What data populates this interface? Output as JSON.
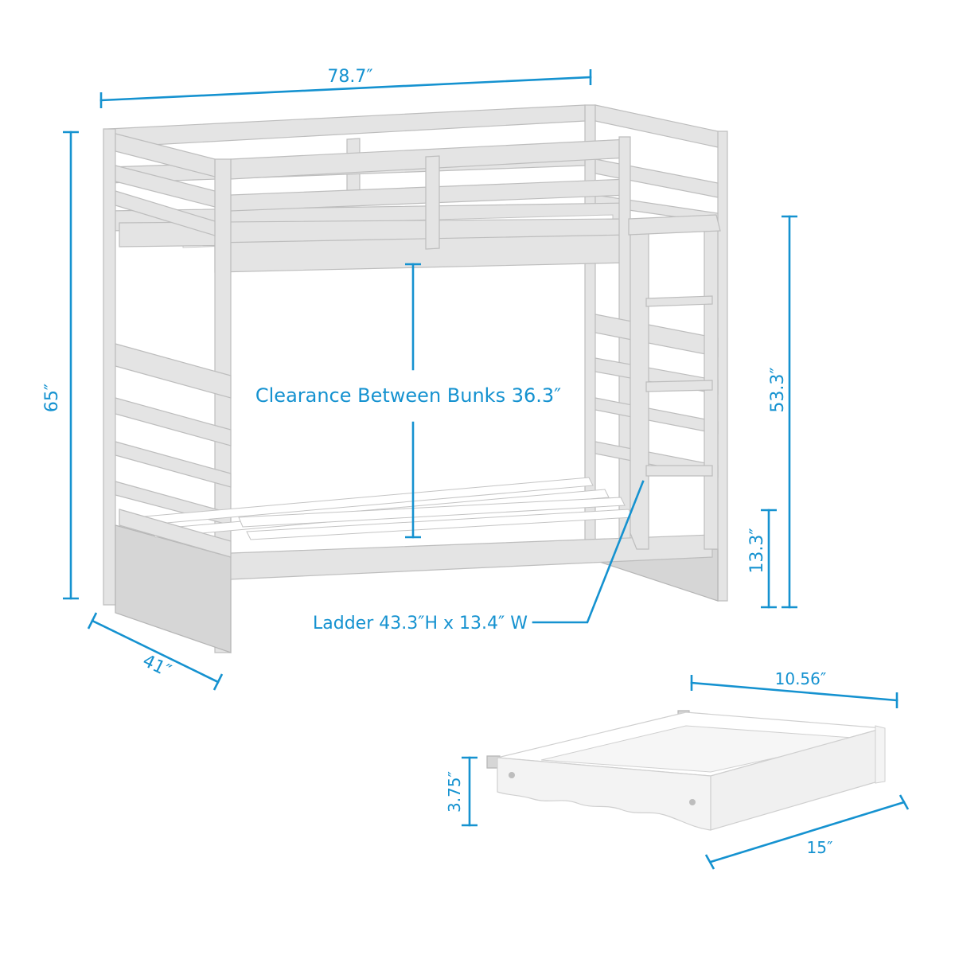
{
  "colors": {
    "accent": "#1592d0",
    "frame": "#e4e4e4",
    "frame_edge": "#bdbdbd",
    "background": "#ffffff"
  },
  "dimensions": {
    "width": "78.7″",
    "height": "65″",
    "depth": "41″",
    "clearance": "Clearance Between Bunks 36.3″",
    "top_bunk_height": "53.3″",
    "bottom_bunk_height": "13.3″",
    "ladder": "Ladder 43.3″H x 13.4″ W"
  },
  "drawer": {
    "width": "10.56″",
    "height": "3.75″",
    "depth": "15″"
  }
}
